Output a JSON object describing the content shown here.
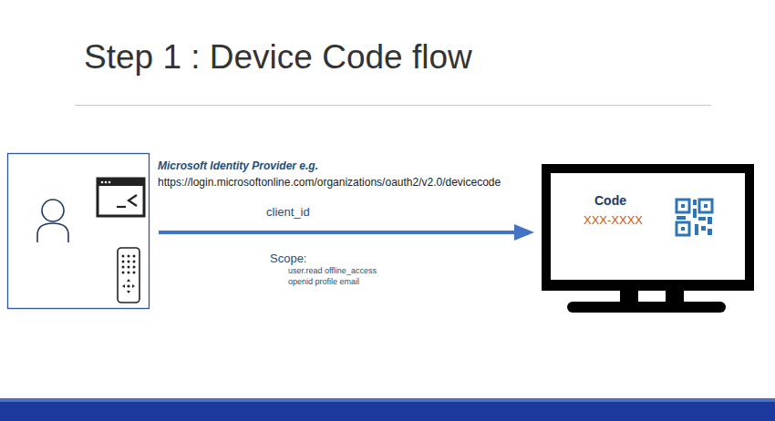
{
  "diagram": {
    "title": "Step 1 : Device Code flow",
    "nodes": [
      {
        "text": [
          "Code",
          "XXX-XXXX"
        ]
      }
    ],
    "labels": [
      "Microsoft Identity Provider e.g.",
      "https://login.microsoftonline.com/organizations/oauth2/v2.0/devicecode",
      "client_id",
      "Scope:",
      "user.read offline_access",
      "openid profile email"
    ]
  }
}
